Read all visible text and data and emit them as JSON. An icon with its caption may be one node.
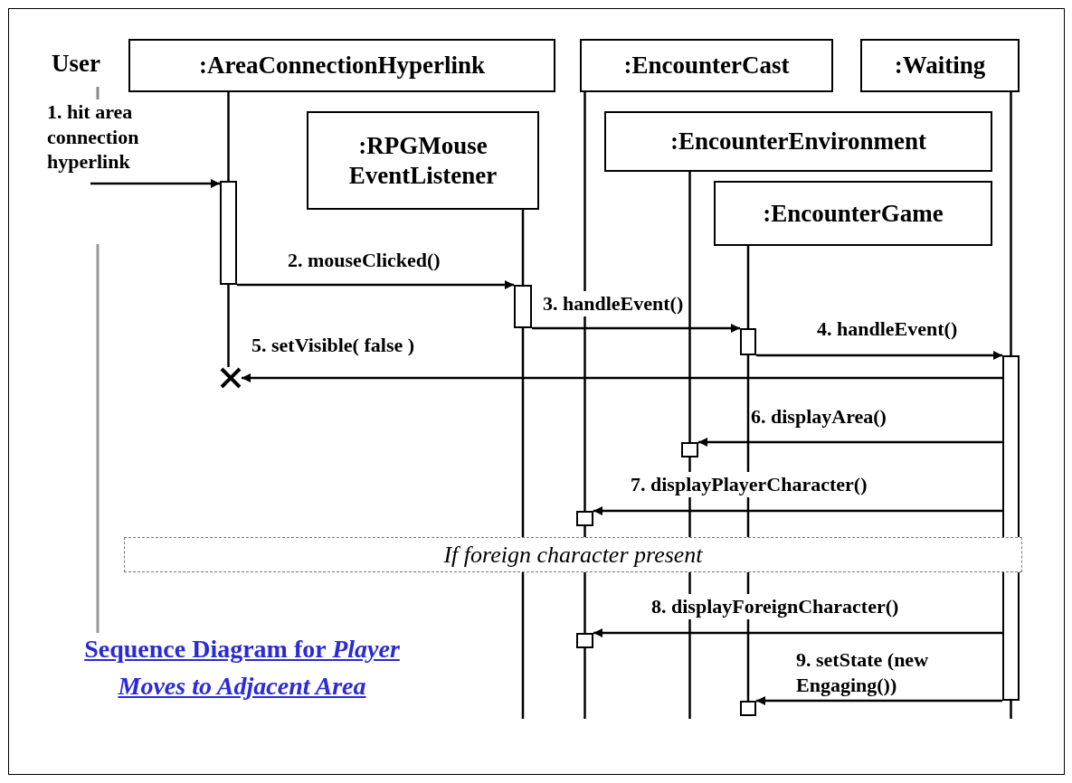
{
  "diagram": {
    "title": "Sequence Diagram for *Player Moves to Adjacent Area*",
    "nodes": [
      {
        "text": [
          "User"
        ]
      },
      {
        "text": [
          ":AreaConnectionHyperlink"
        ]
      },
      {
        "text": [
          ":EncounterCast"
        ]
      },
      {
        "text": [
          ":Waiting"
        ]
      },
      {
        "text": [
          ":RPGMouse EventListener"
        ]
      },
      {
        "text": [
          ":EncounterEnvironment"
        ]
      },
      {
        "text": [
          ":EncounterGame"
        ]
      },
      {
        "text": [],
        "shape": "bar"
      },
      {
        "text": [],
        "shape": "bar"
      },
      {
        "text": [],
        "shape": "bar"
      },
      {
        "text": [],
        "shape": "bar"
      },
      {
        "text": [],
        "shape": "cross"
      },
      {
        "text": [],
        "shape": "box"
      },
      {
        "text": [],
        "shape": "box"
      },
      {
        "text": [
          "If foreign character present"
        ]
      },
      {
        "text": [],
        "shape": "box"
      },
      {
        "text": [],
        "shape": "box"
      }
    ],
    "edges": [
      {
        "from": null,
        "to": 7,
        "arrow": "to",
        "label": "1. hit area connection hyperlink"
      },
      {
        "from": 7,
        "to": 8,
        "arrow": "to",
        "label": "2. mouseClicked()"
      },
      {
        "from": 8,
        "to": 9,
        "arrow": "to",
        "label": "3. handleEvent()"
      },
      {
        "from": 9,
        "to": 10,
        "arrow": "to",
        "label": "4. handleEvent()"
      },
      {
        "from": 10,
        "to": 11,
        "arrow": "to",
        "label": "5. setVisible( false )"
      },
      {
        "from": 10,
        "to": 12,
        "arrow": "to",
        "label": "6. displayArea()"
      },
      {
        "from": 10,
        "to": 13,
        "arrow": "to",
        "label": "7. displayPlayerCharacter()"
      },
      {
        "from": 10,
        "to": 15,
        "arrow": "to",
        "label": "8. displayForeignCharacter()"
      },
      {
        "from": 10,
        "to": 16,
        "arrow": "to",
        "label": "9. setState (new Engaging())"
      },
      {
        "from": 1,
        "to": 7,
        "arrow": "none"
      },
      {
        "from": 7,
        "to": 11,
        "arrow": "none"
      },
      {
        "from": 2,
        "to": 13,
        "arrow": "none"
      },
      {
        "from": 13,
        "to": 14,
        "arrow": "none"
      },
      {
        "from": 14,
        "to": 15,
        "arrow": "none"
      },
      {
        "from": 3,
        "to": 10,
        "arrow": "none"
      },
      {
        "from": 4,
        "to": 8,
        "arrow": "none"
      },
      {
        "from": 5,
        "to": 12,
        "arrow": "none"
      },
      {
        "from": 6,
        "to": 9,
        "arrow": "none"
      },
      {
        "from": 9,
        "to": 14,
        "arrow": "none"
      },
      {
        "from": 14,
        "to": 16,
        "arrow": "none"
      },
      {
        "from": 8,
        "to": null,
        "arrow": "none"
      },
      {
        "from": 12,
        "to": null,
        "arrow": "none"
      },
      {
        "from": 15,
        "to": null,
        "arrow": "none"
      },
      {
        "from": 10,
        "to": null,
        "arrow": "none"
      }
    ]
  }
}
